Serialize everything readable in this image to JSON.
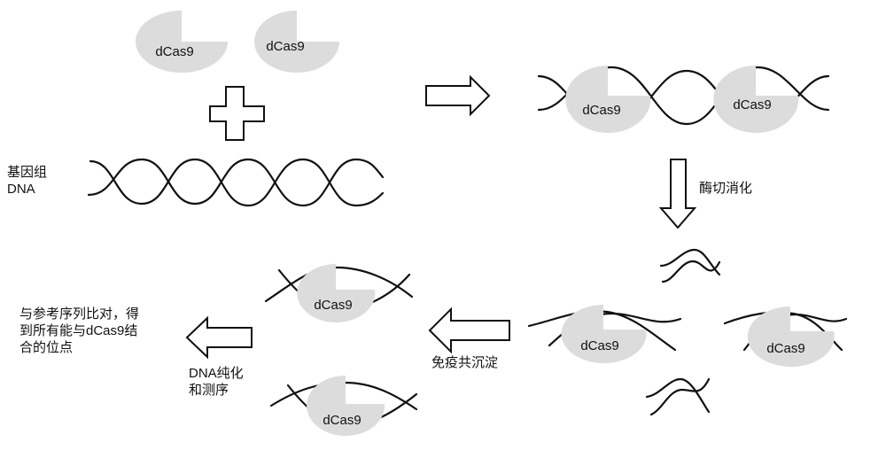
{
  "protein_label": "dCas9",
  "labels": {
    "genomic_dna_line1": "基因组",
    "genomic_dna_line2": "DNA",
    "enzyme_digestion": "酶切消化",
    "immunoprecipitation": "免疫共沉淀",
    "dna_purify_line1": "DNA纯化",
    "dna_purify_line2": "和测序",
    "result_line1": "与参考序列比对，得",
    "result_line2": "到所有能与dCas9结",
    "result_line3": "合的位点"
  },
  "colors": {
    "protein_fill": "#dcdcdc",
    "dna_stroke": "#111111",
    "arrow_fill": "#ffffff"
  }
}
